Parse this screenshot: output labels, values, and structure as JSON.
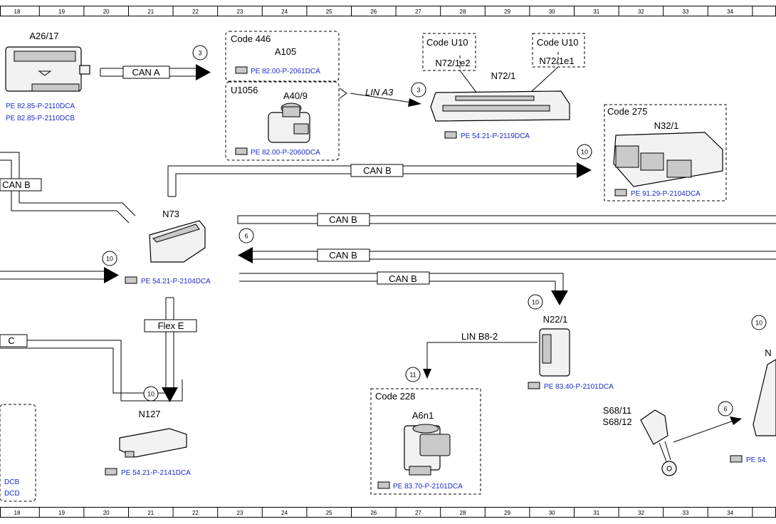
{
  "ruler": [
    "18",
    "19",
    "20",
    "21",
    "22",
    "23",
    "24",
    "25",
    "26",
    "27",
    "28",
    "29",
    "30",
    "31",
    "32",
    "33",
    "34"
  ],
  "components": {
    "A26_17": "A26/17",
    "A105": "A105",
    "A40_9": "A40/9",
    "N72_1": "N72/1",
    "N72_1e2": "N72/1e2",
    "N72_1e1": "N72/1e1",
    "N32_1": "N32/1",
    "N73": "N73",
    "N22_1": "N22/1",
    "N127": "N127",
    "A6n1": "A6n1",
    "S68_11": "S68/11",
    "S68_12": "S68/12",
    "N_cut": "N"
  },
  "codes": {
    "c446": "Code 446",
    "u1056": "U1056",
    "u10_left": "Code U10",
    "u10_right": "Code U10",
    "c275": "Code 275",
    "c228": "Code 228"
  },
  "refs": {
    "a26_1": "PE 82.85-P-2110DCA",
    "a26_2": "PE 82.85-P-2110DCB",
    "a105": "PE 82.00-P-2061DCA",
    "a40": "PE 82.00-P-2060DCA",
    "n72": "PE 54.21-P-2119DCA",
    "n32": "PE 91.29-P-2104DCA",
    "n73": "PE 54.21-P-2104DCA",
    "n22": "PE 83.40-P-2101DCA",
    "n127": "PE 54.21-P-2141DCA",
    "a6n1": "PE 83.70-P-2101DCA",
    "right_cut": "PE 54.",
    "left_cut_1": "DCB",
    "left_cut_2": "DCD"
  },
  "buses": {
    "can_a": "CAN A",
    "can_b_top": "CAN B",
    "can_b_left": "CAN B",
    "can_b_r1": "CAN B",
    "can_b_r2": "CAN B",
    "can_b_r3": "CAN B",
    "lin_a3": "LIN A3",
    "lin_b8": "LIN B8-2",
    "flex_e": "Flex E",
    "c_cut": "C"
  },
  "markers": {
    "m1": "3",
    "m2": "3",
    "m3": "10",
    "m4": "6",
    "m5": "10",
    "m6": "10",
    "m7": "10",
    "m8": "11",
    "m9": "6",
    "m10": "10"
  }
}
